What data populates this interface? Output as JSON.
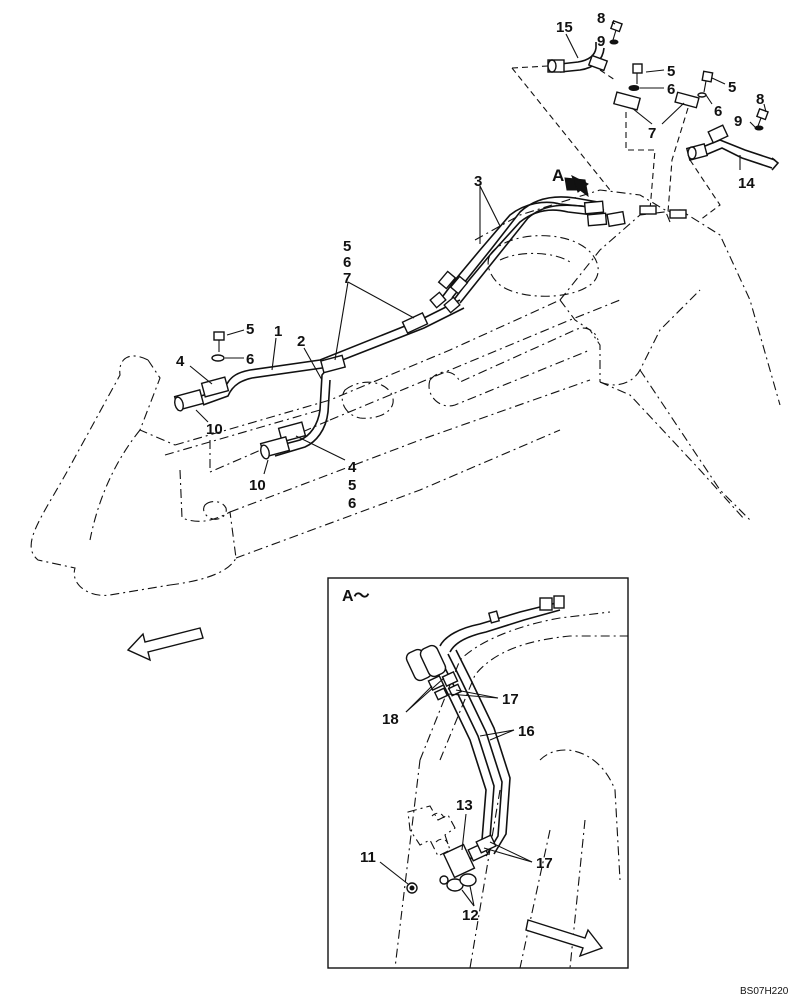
{
  "figure_code": "BS07H220",
  "view_label": "A～",
  "view_arrow_label": "A",
  "callouts": {
    "c1": "1",
    "c2": "2",
    "c3": "3",
    "c4a": "4",
    "c4b": "4",
    "c5a": "5",
    "c5b": "5",
    "c5c": "5",
    "c5d": "5",
    "c5e": "5",
    "c6a": "6",
    "c6b": "6",
    "c6c": "6",
    "c6d": "6",
    "c6e": "6",
    "c7a": "7",
    "c7b": "7",
    "c8a": "8",
    "c8b": "8",
    "c9a": "9",
    "c9b": "9",
    "c10a": "10",
    "c10b": "10",
    "c11": "11",
    "c12": "12",
    "c13": "13",
    "c14": "14",
    "c15": "15",
    "c16": "16",
    "c17a": "17",
    "c17b": "17",
    "c18": "18"
  }
}
